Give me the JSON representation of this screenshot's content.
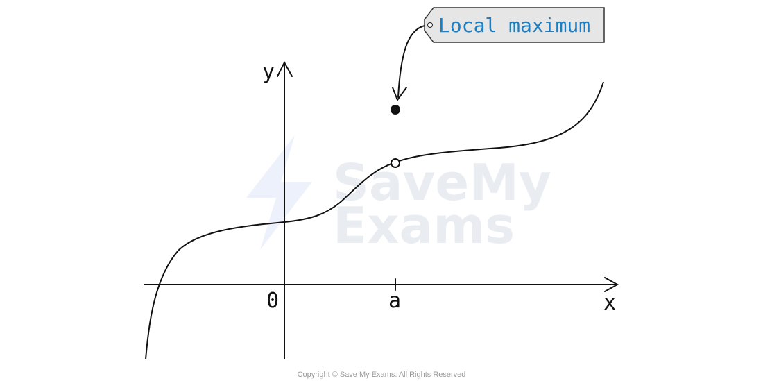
{
  "axes": {
    "y_label": "y",
    "x_label": "x",
    "origin_label": "0",
    "a_label": "a"
  },
  "callout": {
    "text": "Local maximum",
    "text_color": "#1a7fc4",
    "tag_fill": "#e6e6e6"
  },
  "watermark": {
    "line1": "SaveMy",
    "line2": "Exams"
  },
  "copyright": "Copyright © Save My Exams. All Rights Reserved",
  "points": {
    "filled_point": "local maximum at x = a",
    "open_point": "curve value at x = a (excluded)"
  }
}
